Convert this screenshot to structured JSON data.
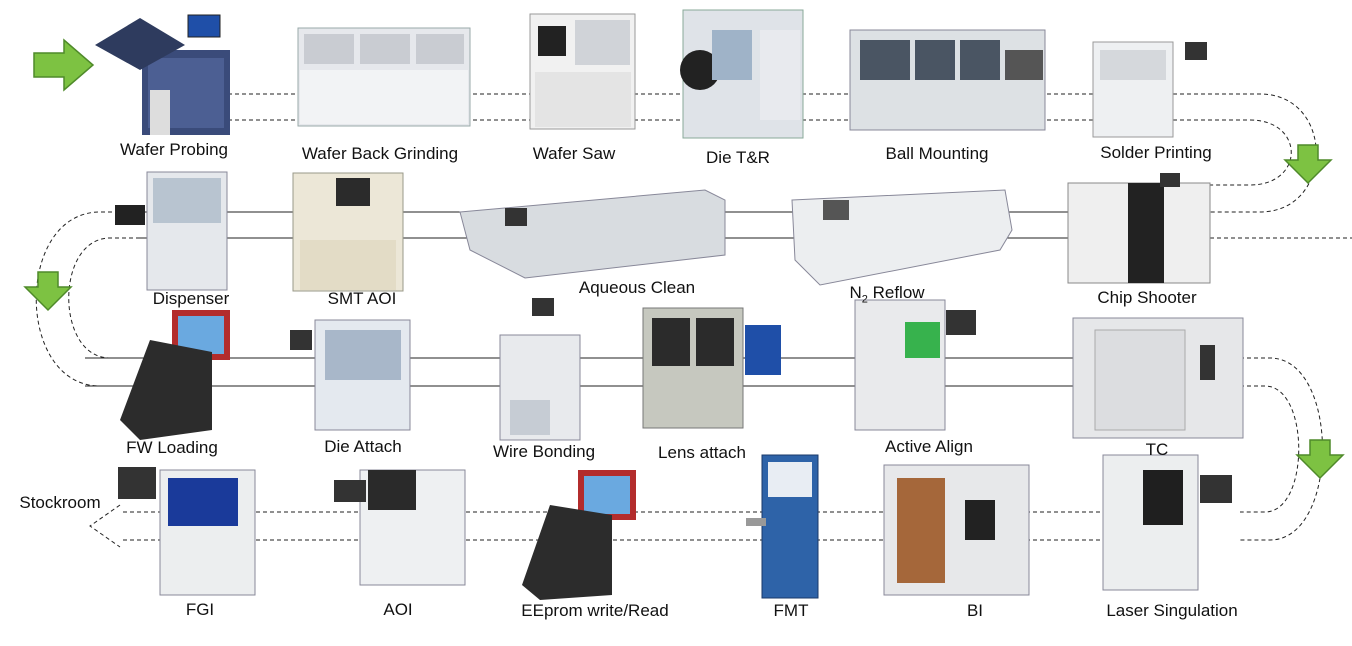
{
  "stations": [
    {
      "id": "wafer-probing",
      "label": "Wafer Probing"
    },
    {
      "id": "wafer-back-grinding",
      "label": "Wafer Back Grinding"
    },
    {
      "id": "wafer-saw",
      "label": "Wafer Saw"
    },
    {
      "id": "die-tr",
      "label": "Die T&R"
    },
    {
      "id": "ball-mounting",
      "label": "Ball Mounting"
    },
    {
      "id": "solder-printing",
      "label": "Solder Printing"
    },
    {
      "id": "dispenser",
      "label": "Dispenser"
    },
    {
      "id": "smt-aoi",
      "label": "SMT AOI"
    },
    {
      "id": "aqueous-clean",
      "label": "Aqueous Clean"
    },
    {
      "id": "n2-reflow",
      "label_main": "N",
      "label_sub": "2",
      "label_rest": " Reflow"
    },
    {
      "id": "chip-shooter",
      "label": "Chip Shooter"
    },
    {
      "id": "fw-loading",
      "label": "FW Loading"
    },
    {
      "id": "die-attach",
      "label": "Die Attach"
    },
    {
      "id": "wire-bonding",
      "label": "Wire Bonding"
    },
    {
      "id": "lens-attach",
      "label": "Lens attach"
    },
    {
      "id": "active-align",
      "label": "Active Align"
    },
    {
      "id": "tc",
      "label": "TC"
    },
    {
      "id": "fgi",
      "label": "FGI"
    },
    {
      "id": "aoi",
      "label": "AOI"
    },
    {
      "id": "eeprom",
      "label": "EEprom write/Read"
    },
    {
      "id": "fmt",
      "label": "FMT"
    },
    {
      "id": "bi",
      "label": "BI"
    },
    {
      "id": "laser-singulation",
      "label": "Laser Singulation"
    }
  ],
  "exit_label": "Stockroom",
  "colors": {
    "arrow_green": "#7dc242",
    "arrow_green_stroke": "#4f8a2a",
    "flow_line": "#222222"
  }
}
